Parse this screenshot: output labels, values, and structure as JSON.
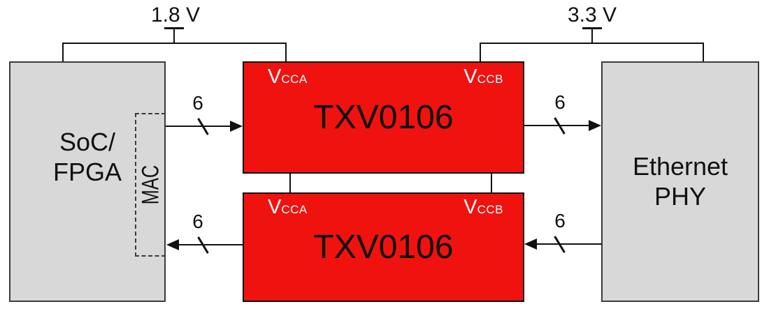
{
  "power_rails": {
    "left": {
      "label": "1.8 V"
    },
    "right": {
      "label": "3.3 V"
    }
  },
  "soc": {
    "line1": "SoC/",
    "line2": "FPGA",
    "mac_label": "MAC"
  },
  "phy": {
    "line1": "Ethernet",
    "line2": "PHY"
  },
  "shifters": [
    {
      "part": "TXV0106",
      "pin_left_main": "V",
      "pin_left_sub": "CCA",
      "pin_right_main": "V",
      "pin_right_sub": "CCB"
    },
    {
      "part": "TXV0106",
      "pin_left_main": "V",
      "pin_left_sub": "CCA",
      "pin_right_main": "V",
      "pin_right_sub": "CCB"
    }
  ],
  "buses": {
    "width_label": "6"
  },
  "colors": {
    "shifter_fill": "#f0120f",
    "block_fill": "#d8d8d8",
    "line": "#111111",
    "pin_text": "#ffffff"
  }
}
